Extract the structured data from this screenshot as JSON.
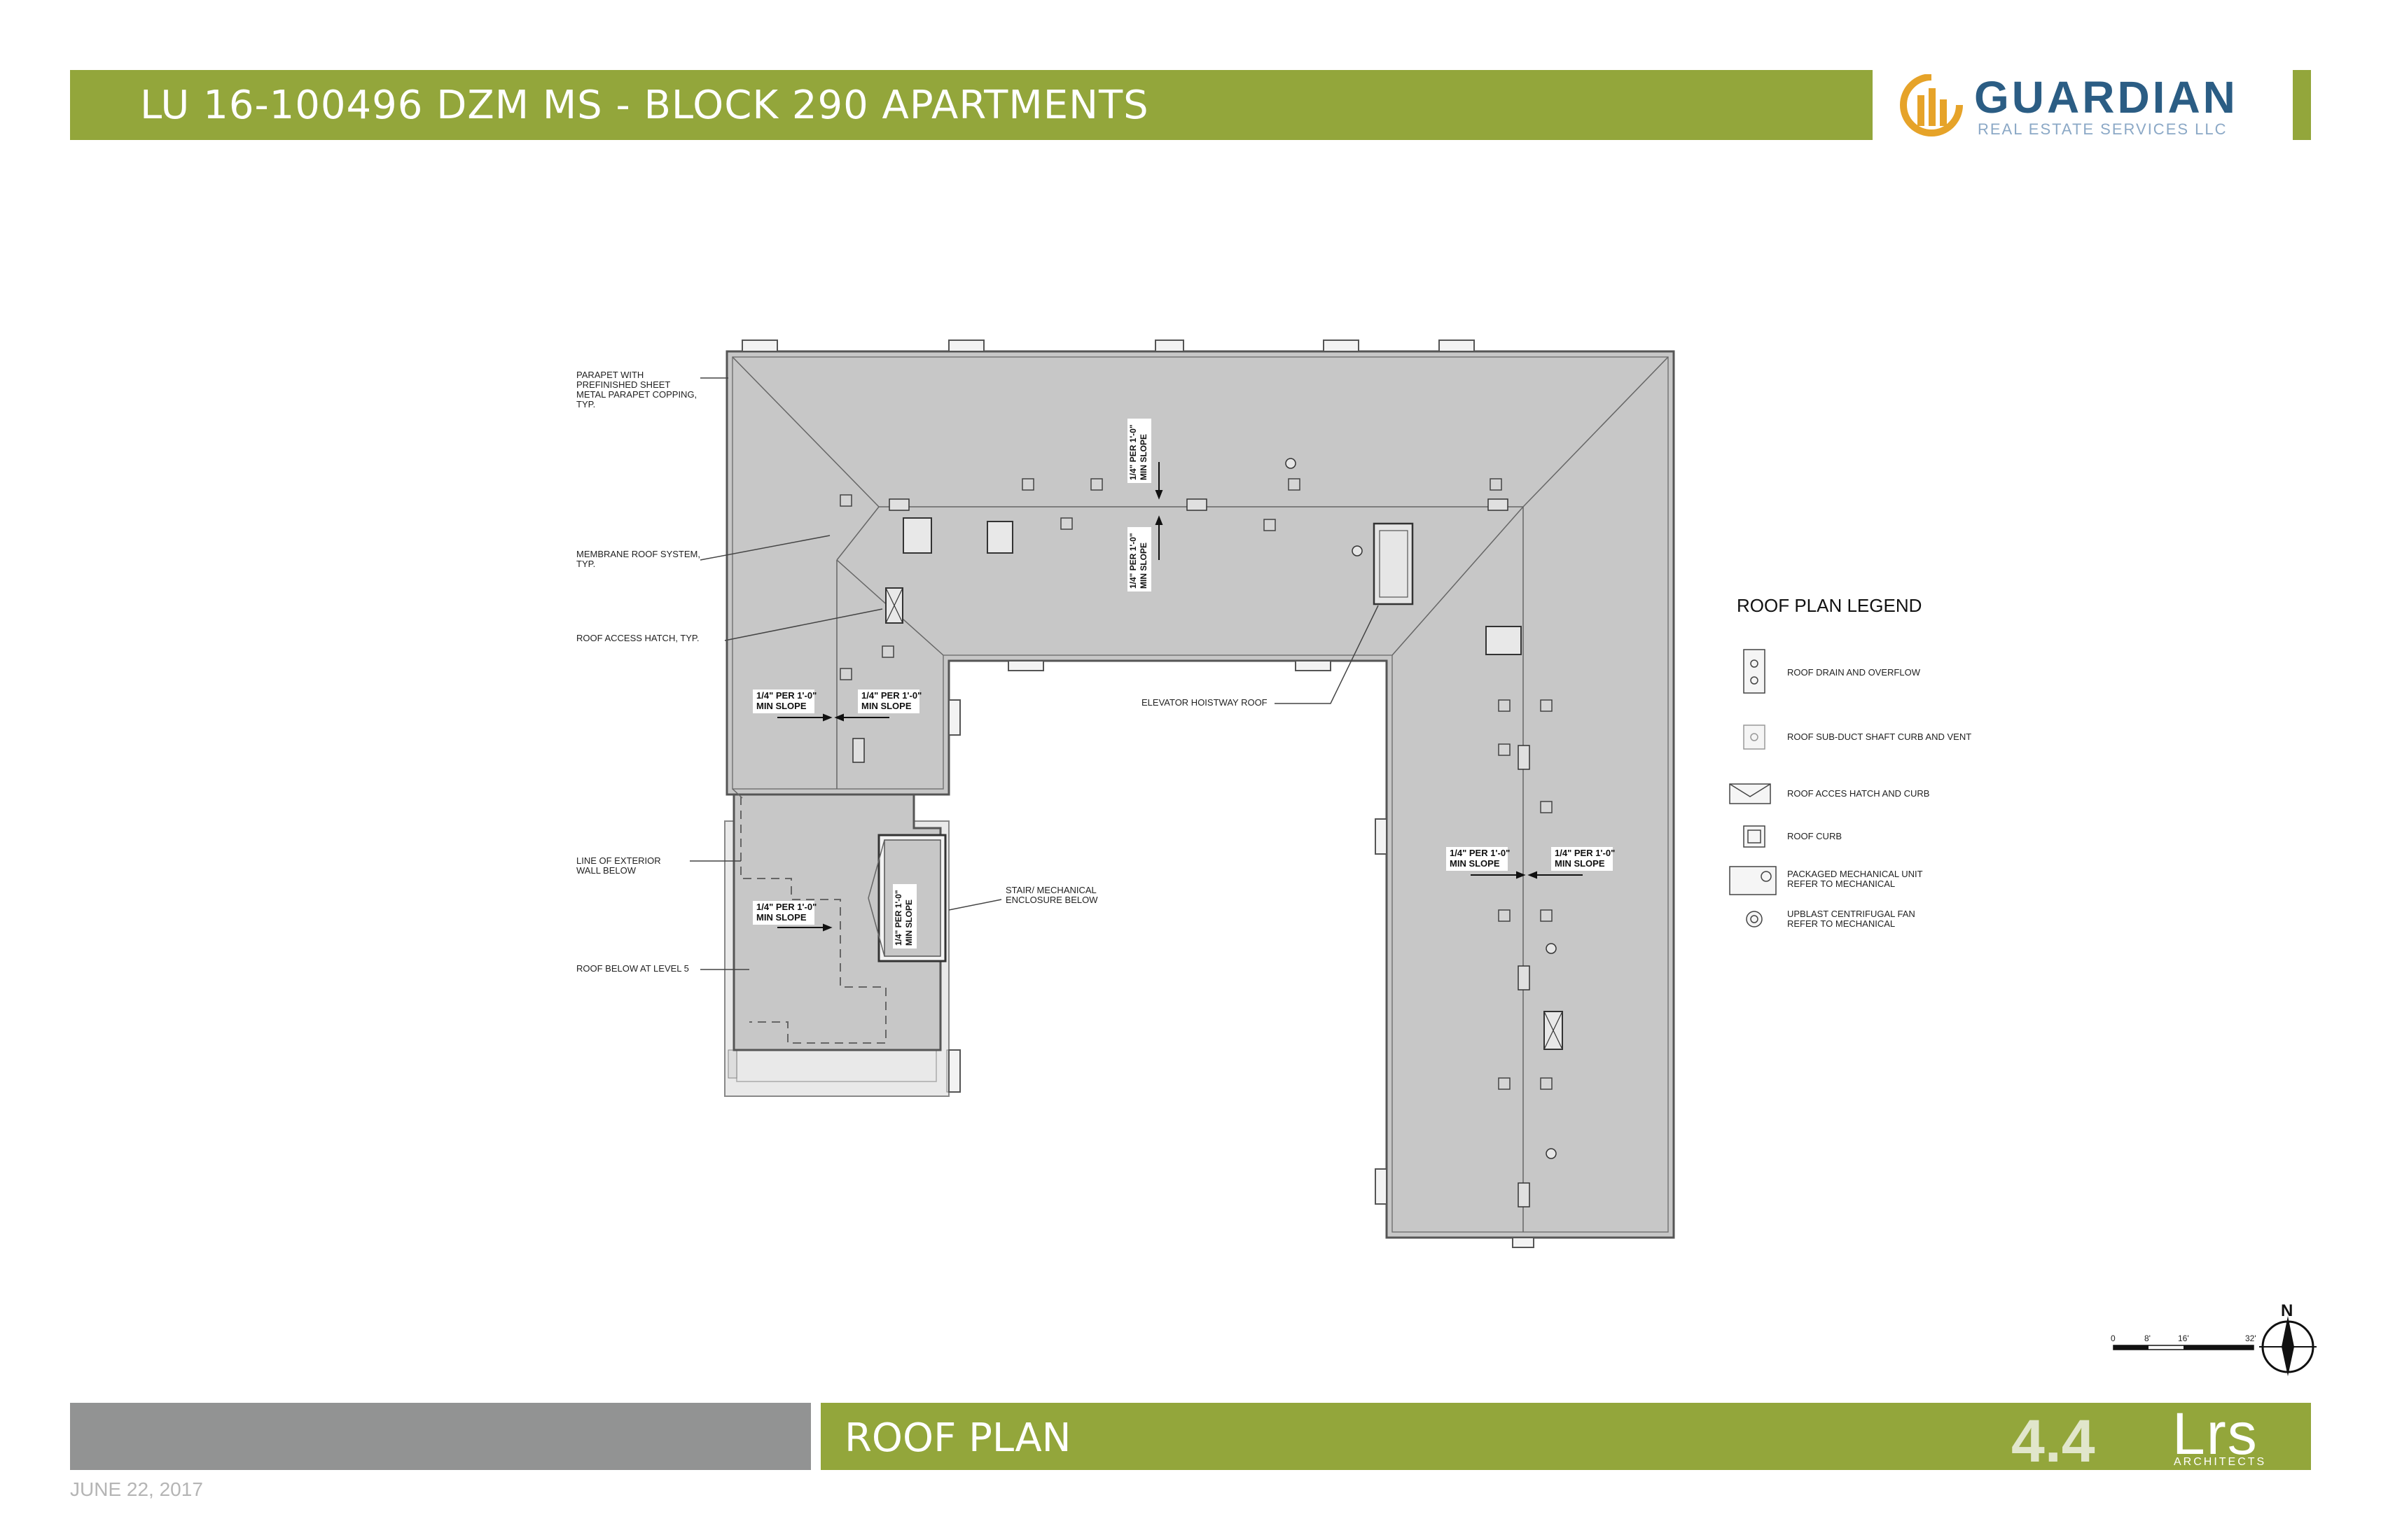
{
  "header": {
    "title": "LU 16-100496 DZM MS  - BLOCK 290 APARTMENTS",
    "logo_brand": "GUARDIAN",
    "logo_subtitle": "REAL ESTATE SERVICES LLC"
  },
  "callouts": {
    "parapet": [
      "PARAPET WITH",
      "PREFINISHED SHEET",
      "METAL PARAPET COPPING,",
      "TYP."
    ],
    "membrane": [
      "MEMBRANE ROOF SYSTEM,",
      "TYP."
    ],
    "access_hatch": [
      "ROOF ACCESS HATCH, TYP."
    ],
    "exterior_wall": [
      "LINE OF EXTERIOR",
      "WALL BELOW"
    ],
    "roof_below": [
      "ROOF BELOW AT LEVEL 5"
    ],
    "elevator": [
      "ELEVATOR HOISTWAY ROOF"
    ],
    "stair": [
      "STAIR/ MECHANICAL",
      "ENCLOSURE BELOW"
    ]
  },
  "slope": {
    "line1": "1/4\" PER 1'-0\"",
    "line2": "MIN SLOPE"
  },
  "legend": {
    "title": "ROOF PLAN LEGEND",
    "items": [
      [
        "ROOF DRAIN AND OVERFLOW"
      ],
      [
        "ROOF SUB-DUCT SHAFT CURB AND VENT"
      ],
      [
        "ROOF ACCES HATCH AND CURB"
      ],
      [
        "ROOF CURB"
      ],
      [
        "PACKAGED MECHANICAL UNIT",
        "REFER TO MECHANICAL"
      ],
      [
        "UPBLAST CENTRIFUGAL FAN",
        "REFER TO MECHANICAL"
      ]
    ]
  },
  "scale": {
    "ticks": [
      "0",
      "8'",
      "16'",
      "32'"
    ],
    "north": "N"
  },
  "footer": {
    "sheet_title": "ROOF PLAN",
    "sheet_number": "4.4",
    "firm": "Lrs",
    "firm_subtitle": "ARCHITECTS",
    "date": "JUNE 22, 2017"
  }
}
